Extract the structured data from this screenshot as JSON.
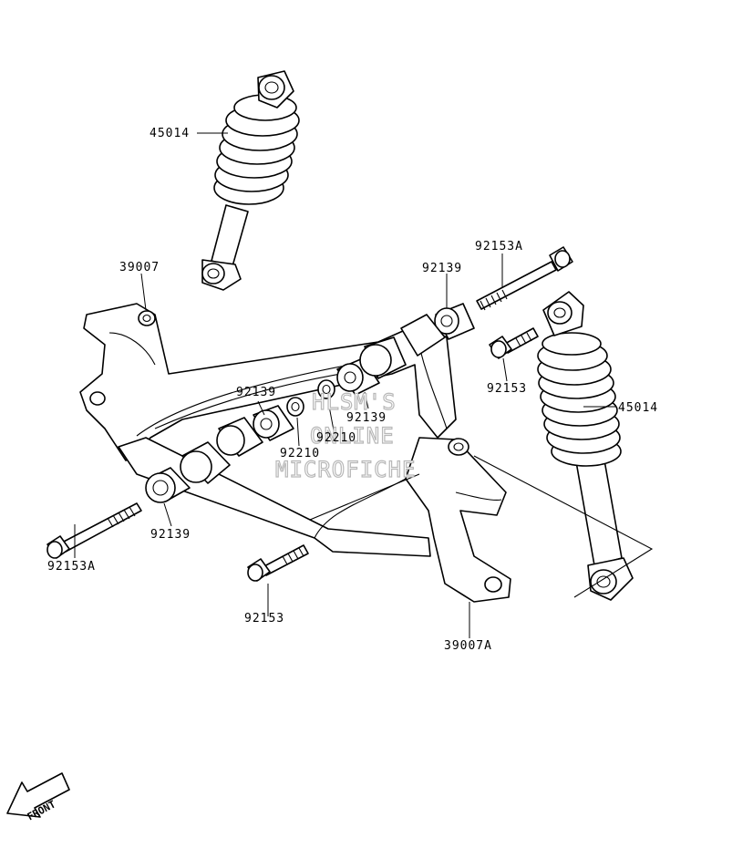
{
  "callouts": {
    "shock_top": "45014",
    "shock_right": "45014",
    "arm_upper": "39007",
    "arm_lower": "39007A",
    "bolt_long_top": "92153A",
    "bolt_long_left": "92153A",
    "bolt_short_right": "92153",
    "bolt_short_bottom": "92153",
    "collar_top_right": "92139",
    "collar_mid_left": "92139",
    "collar_mid_right": "92139",
    "collar_bottom_left": "92139",
    "spacer_left": "92210",
    "spacer_right": "92210"
  },
  "watermark": {
    "line1": "HLSM'S",
    "line2": "ONLINE",
    "line3": "MICROFICHE"
  },
  "front_indicator": "FRONT"
}
